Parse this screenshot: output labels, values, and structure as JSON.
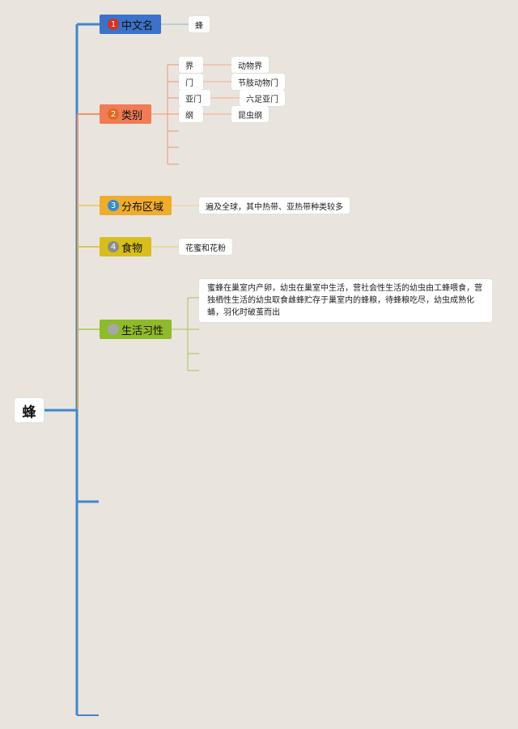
{
  "root": {
    "label": "蜂"
  },
  "branches": {
    "name": {
      "num": "1",
      "label": "中文名",
      "color": "#3a73c9",
      "badge": "#d9301f"
    },
    "category": {
      "num": "2",
      "label": "类别",
      "color": "#f07b55",
      "badge": "#e06a1f"
    },
    "region": {
      "num": "3",
      "label": "分布区域",
      "color": "#efad2b",
      "badge": "#2f8ed3"
    },
    "food": {
      "num": "4",
      "label": "食物",
      "color": "#d8be1a",
      "badge": "#8c8c8c"
    },
    "habit": {
      "num": "",
      "label": "生活习性",
      "color": "#8fba2a",
      "badge": "#a7a7a7"
    }
  },
  "name_value": "蜂",
  "taxonomy": [
    {
      "rank": "界",
      "value": "动物界"
    },
    {
      "rank": "门",
      "value": "节肢动物门"
    },
    {
      "rank": "亚门",
      "value": "六足亚门"
    },
    {
      "rank": "纲",
      "value": "昆虫纲"
    }
  ],
  "region_value": "遍及全球，其中热带、亚热带种类较多",
  "food_value": "花蜜和花粉",
  "habit_value": "蜜蜂在巢室内产卵，幼虫在巢室中生活，营社会性生活的幼虫由工蜂喂食，营独栖性生活的幼虫取食雌蜂贮存于巢室内的蜂粮，待蜂粮吃尽，幼虫成熟化蛹，羽化时破茧而出",
  "colors": {
    "background": "#e9e5de",
    "blue_line": "#3f87d0",
    "orange_line": "#f3926f",
    "yellow_line": "#efc055",
    "green_line": "#a7c35a"
  }
}
